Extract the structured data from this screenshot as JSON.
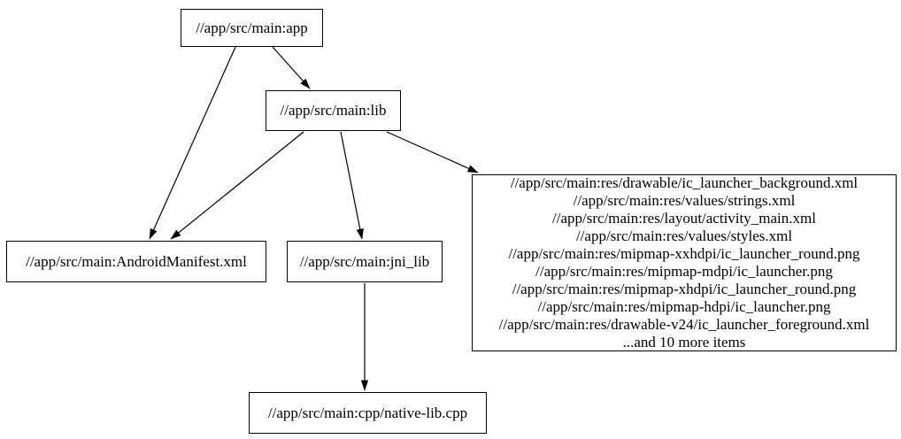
{
  "graph": {
    "background": "#ffffff",
    "node_border_color": "#000000",
    "edge_color": "#000000",
    "nodes": {
      "app": {
        "label": "//app/src/main:app"
      },
      "lib": {
        "label": "//app/src/main:lib"
      },
      "android_manifest": {
        "label": "//app/src/main:AndroidManifest.xml"
      },
      "jni_lib": {
        "label": "//app/src/main:jni_lib"
      },
      "resources": {
        "lines": [
          "//app/src/main:res/drawable/ic_launcher_background.xml",
          "//app/src/main:res/values/strings.xml",
          "//app/src/main:res/layout/activity_main.xml",
          "//app/src/main:res/values/styles.xml",
          "//app/src/main:res/mipmap-xxhdpi/ic_launcher_round.png",
          "//app/src/main:res/mipmap-mdpi/ic_launcher.png",
          "//app/src/main:res/mipmap-xhdpi/ic_launcher_round.png",
          "//app/src/main:res/mipmap-hdpi/ic_launcher.png",
          "//app/src/main:res/drawable-v24/ic_launcher_foreground.xml",
          "...and 10 more items"
        ]
      },
      "native_lib": {
        "label": "//app/src/main:cpp/native-lib.cpp"
      }
    },
    "edges": [
      {
        "from": "app",
        "to": "lib"
      },
      {
        "from": "app",
        "to": "android_manifest"
      },
      {
        "from": "lib",
        "to": "android_manifest"
      },
      {
        "from": "lib",
        "to": "jni_lib"
      },
      {
        "from": "lib",
        "to": "resources"
      },
      {
        "from": "jni_lib",
        "to": "native_lib"
      }
    ]
  }
}
